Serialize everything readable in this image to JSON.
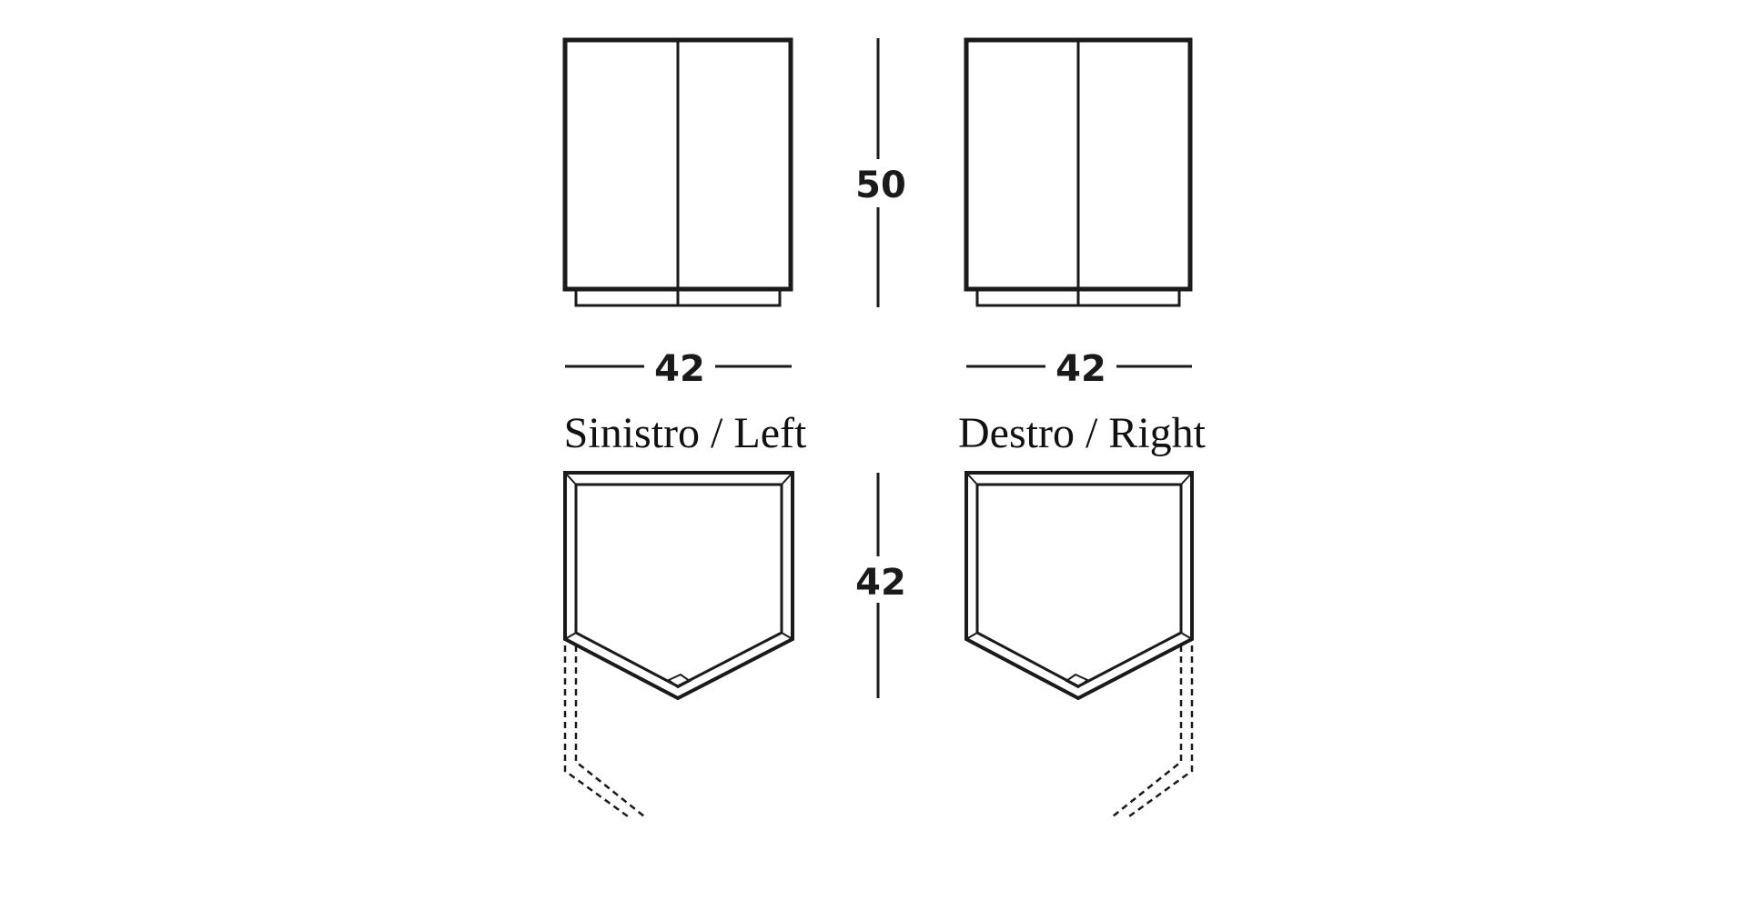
{
  "drawing": {
    "dimensions": {
      "front_height": "50",
      "left_width": "42",
      "right_width": "42",
      "plan_depth": "42"
    },
    "captions": {
      "left": "Sinistro / Left",
      "right": "Destro / Right"
    },
    "colors": {
      "line": "#1a1a1a",
      "background": "#ffffff"
    }
  }
}
